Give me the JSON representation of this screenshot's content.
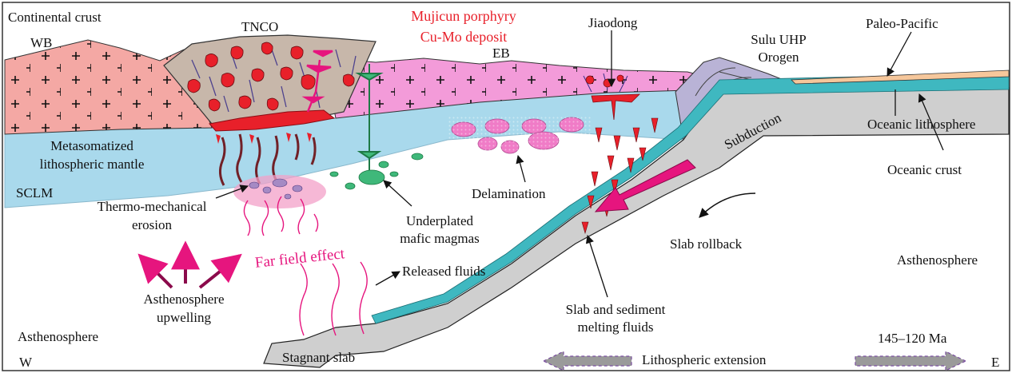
{
  "labels": {
    "continental_crust": "Continental crust",
    "wb": "WB",
    "tnco": "TNCO",
    "mujicun_line1": "Mujicun porphyry",
    "mujicun_line2": "Cu-Mo deposit",
    "eb": "EB",
    "jiaodong": "Jiaodong",
    "sulu_line1": "Sulu UHP",
    "sulu_line2": "Orogen",
    "paleo_pacific": "Paleo-Pacific",
    "oceanic_lithosphere": "Oceanic lithosphere",
    "oceanic_crust": "Oceanic crust",
    "metasomatized_line1": "Metasomatized",
    "metasomatized_line2": "lithospheric mantle",
    "sclm": "SCLM",
    "delamination": "Delamination",
    "subduction": "Subduction",
    "thermo_line1": "Thermo-mechanical",
    "thermo_line2": "erosion",
    "underplated_line1": "Underplated",
    "underplated_line2": "mafic magmas",
    "slab_rollback": "Slab rollback",
    "far_field": "Far field effect",
    "released_fluids": "Released fluids",
    "asthenosphere_right": "Asthenosphere",
    "slab_melting_line1": "Slab and sediment",
    "slab_melting_line2": "melting fluids",
    "upwelling_line1": "Asthenosphere",
    "upwelling_line2": "upwelling",
    "asthenosphere_left": "Asthenosphere",
    "stagnant_slab": "Stagnant slab",
    "lithospheric_extension": "Lithospheric extension",
    "age": "145–120 Ma",
    "west": "W",
    "east": "E"
  },
  "colors": {
    "wb_crust": "#f4a8a4",
    "eb_crust": "#f39bd9",
    "tnco_crust": "#c7b7aa",
    "sclm": "#a9d9ec",
    "oceanic_crust": "#3fb8c0",
    "slab": "#cfcfcf",
    "magma_red": "#e8202a",
    "mafic_green": "#3fb87a",
    "far_field_pink": "#e6157e",
    "delamination_pink": "#f07cc7",
    "paleo_pacific_sediment": "#f6c79b"
  }
}
